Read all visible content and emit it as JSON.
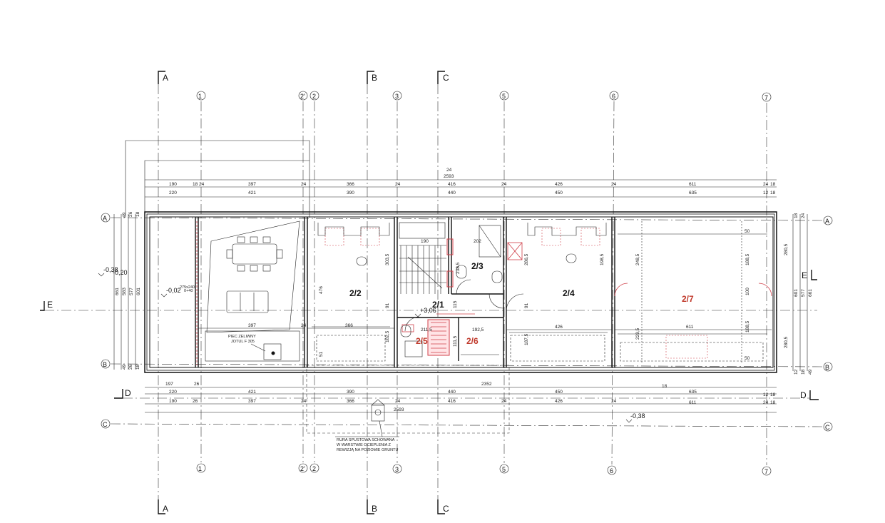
{
  "section_marks": {
    "A": "A",
    "B": "B",
    "C": "C",
    "D": "D",
    "E": "E"
  },
  "grid_columns": {
    "c1": "1",
    "c2p": "2'",
    "c2": "2",
    "c3": "3",
    "c5": "5",
    "c6": "6",
    "c7": "7"
  },
  "grid_rows": {
    "A": "A",
    "B": "B",
    "C": "C"
  },
  "rooms": {
    "r22": "2/2",
    "r21": "2/1",
    "r23": "2/3",
    "r24": "2/4",
    "r25": "2/5",
    "r26": "2/6",
    "r27": "2/7"
  },
  "levels": {
    "l1": "-0,38",
    "l2": "-0,20",
    "l3": "-0,02",
    "l4": "+3,06",
    "l5": "-0,38"
  },
  "dims_top": {
    "total": "2593",
    "small24": "24",
    "row1": [
      "190",
      "18",
      "24",
      "397",
      "24",
      "366",
      "24",
      "416",
      "24",
      "426",
      "24",
      "611",
      "24",
      "18"
    ],
    "row2": [
      "220",
      "421",
      "390",
      "440",
      "450",
      "635",
      "12",
      "18"
    ]
  },
  "dims_bottom": {
    "row1": [
      "197",
      "26",
      "2352",
      "18"
    ],
    "row2": [
      "220",
      "421",
      "390",
      "440",
      "450",
      "635",
      "12",
      "18"
    ],
    "row3": [
      "190",
      "26",
      "397",
      "24",
      "366",
      "24",
      "416",
      "24",
      "426",
      "24",
      "611",
      "24",
      "18"
    ],
    "total": "2593"
  },
  "dims_side": {
    "left": [
      "49",
      "26",
      "18",
      "661",
      "583",
      "577",
      "601",
      "49",
      "26",
      "18"
    ],
    "right": [
      "18",
      "24",
      "601",
      "577",
      "661",
      "12",
      "18",
      "49"
    ]
  },
  "dims_inner": {
    "d397": "397",
    "d366a": "366",
    "d426": "426",
    "d611": "611",
    "d476": "476",
    "d303": "303,5",
    "d182": "182,5",
    "d91a": "91",
    "d91b": "91",
    "d51": "51",
    "d190": "190",
    "d202": "202",
    "d238": "238,5",
    "d211": "211,5",
    "d111": "111,5",
    "d192": "192,5",
    "d115": "115",
    "d286": "286,5",
    "d198": "198,5",
    "d187": "187,5",
    "d248": "248,5",
    "d229": "229,5",
    "d188a": "188,5",
    "d188b": "188,5",
    "d280a": "280,5",
    "d280b": "280,5",
    "d50a": "50",
    "d50b": "50",
    "d100": "100",
    "d24a": "24"
  },
  "notes": {
    "stove1": "PIEC ZELIWNY",
    "stove2": "JOTUL F 305",
    "pipe1": "RURA SPUSTOWA SCHOWANA",
    "pipe2": "W WARSTWIE OCIEPLENIA Z",
    "pipe3": "REWIZJĄ NA POZIOMIE GRUNTU",
    "win1": "275x240",
    "win2": "0+40"
  }
}
